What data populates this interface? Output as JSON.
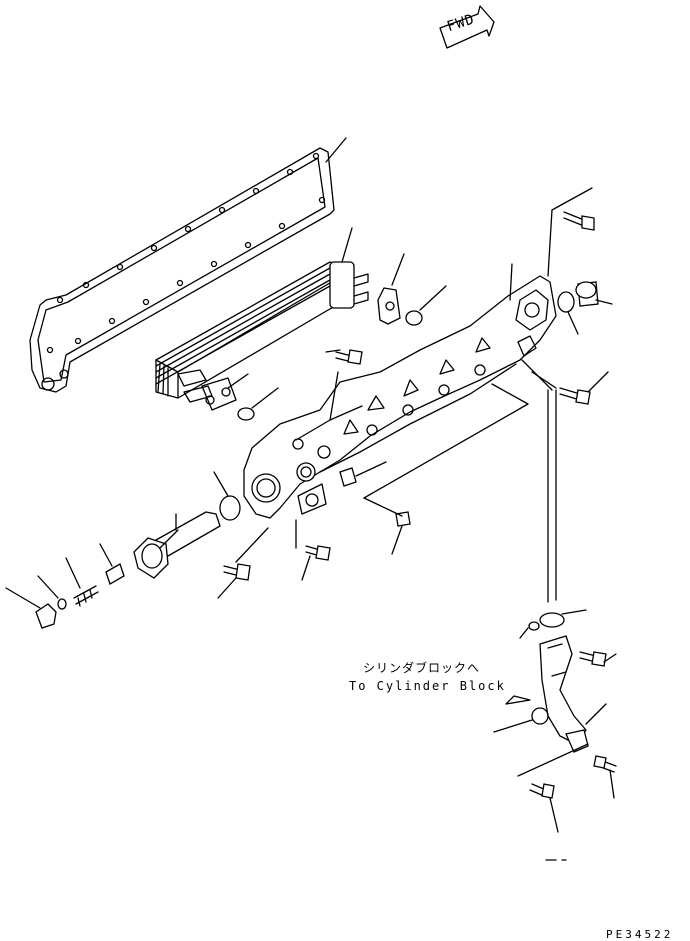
{
  "diagram": {
    "fwd_label": "FWD",
    "destination_jp": "シリンダブロックへ",
    "destination_en": "To Cylinder Block",
    "drawing_code": "PE34522"
  }
}
